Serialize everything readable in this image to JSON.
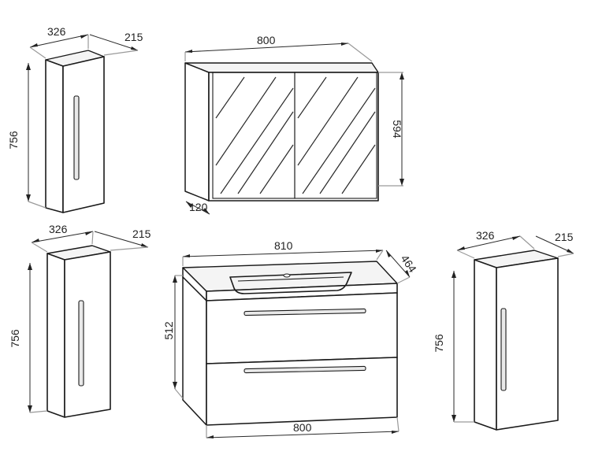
{
  "cabinets": {
    "top_left": {
      "width": "326",
      "depth": "215",
      "height": "756"
    },
    "bottom_left": {
      "width": "326",
      "depth": "215",
      "height": "756"
    },
    "right": {
      "width": "326",
      "depth": "215",
      "height": "756"
    }
  },
  "mirror_cabinet": {
    "width": "800",
    "height": "594",
    "depth": "120"
  },
  "vanity": {
    "top_width": "810",
    "depth": "464",
    "height": "512",
    "bottom_width": "800"
  }
}
